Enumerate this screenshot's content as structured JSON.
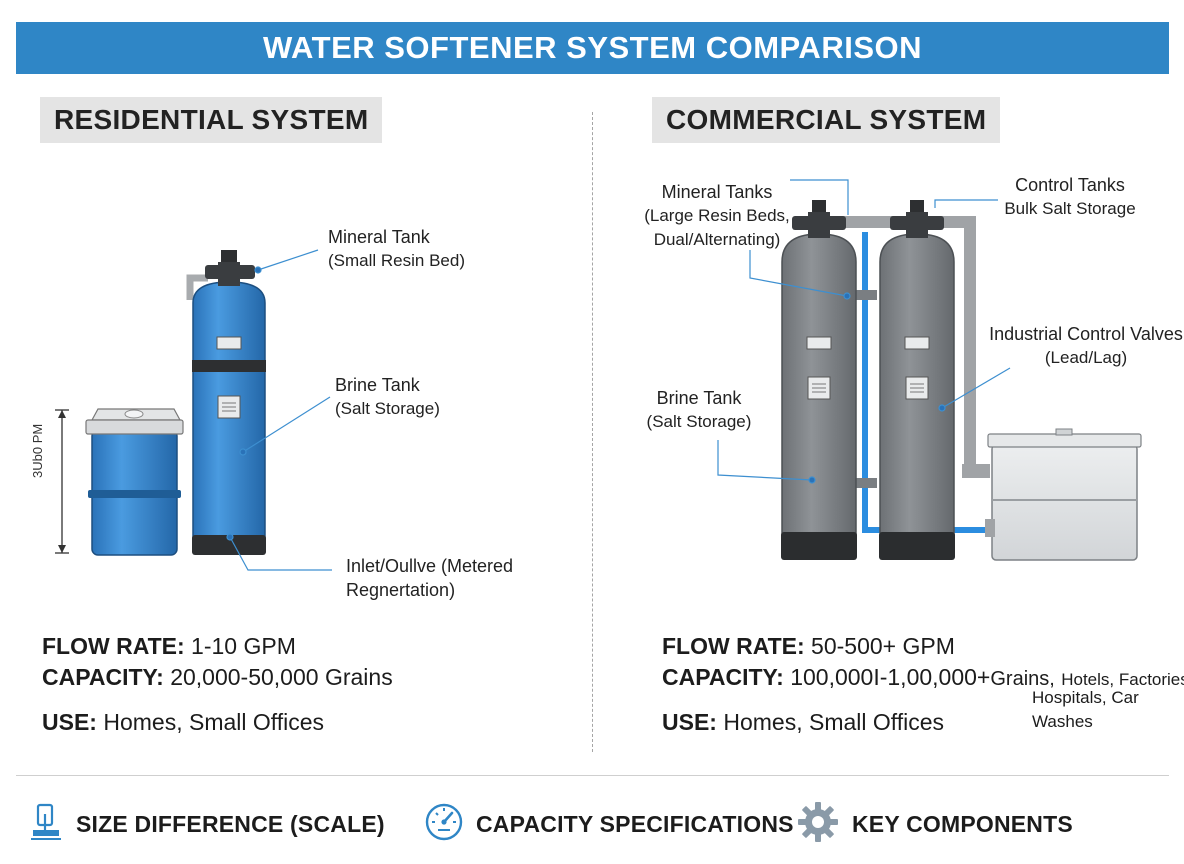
{
  "title": "WATER SOFTENER SYSTEM COMPARISON",
  "residential": {
    "heading": "RESIDENTIAL SYSTEM",
    "scale_label": "3Ub0 PM",
    "callouts": {
      "mineral_tank": {
        "title": "Mineral Tank",
        "sub": "(Small Resin Bed)"
      },
      "brine_tank": {
        "title": "Brine Tank",
        "sub": "(Salt Storage)"
      },
      "inlet": {
        "line1": "Inlet/Oullve (Metered",
        "line2": "Regnertation)"
      }
    },
    "specs": {
      "flow_label": "FLOW RATE:",
      "flow_value": "1-10 GPM",
      "capacity_label": "CAPACITY:",
      "capacity_value": "20,000-50,000 Grains",
      "use_label": "USE:",
      "use_value": "Homes, Small Offices"
    }
  },
  "commercial": {
    "heading": "COMMERCIAL SYSTEM",
    "callouts": {
      "mineral_tanks": {
        "title": "Mineral Tanks",
        "sub1": "(Large Resin Beds,",
        "sub2": "Dual/Alternating)"
      },
      "control_tanks": {
        "title": "Control Tanks",
        "sub": "Bulk Salt Storage"
      },
      "control_valves": {
        "title": "Industrial Control Valves",
        "sub": "(Lead/Lag)"
      },
      "brine_tank": {
        "title": "Brine Tank",
        "sub": "(Salt Storage)"
      }
    },
    "specs": {
      "flow_label": "FLOW RATE:",
      "flow_value": "50-500+ GPM",
      "capacity_label": "CAPACITY:",
      "capacity_value": "100,000I-1,00,000+",
      "capacity_unit": "Grains,",
      "capacity_extra1": "Hotels, Factories,",
      "capacity_extra2": "Hospitals, Car Washes",
      "use_label": "USE:",
      "use_value": "Homes, Small Offices"
    }
  },
  "footer": {
    "items": [
      {
        "label": "SIZE DIFFERENCE (SCALE)",
        "icon": "scale-icon"
      },
      {
        "label": "CAPACITY SPECIFICATIONS",
        "icon": "gauge-icon"
      },
      {
        "label": "KEY COMPONENTS",
        "icon": "gear-icon"
      }
    ]
  },
  "colors": {
    "header": "#2f86c6",
    "residential_tank": "#3c8fd6",
    "commercial_tank": "#808488",
    "pipe_blue": "#2b8de0",
    "label_bg": "#e4e4e4"
  }
}
